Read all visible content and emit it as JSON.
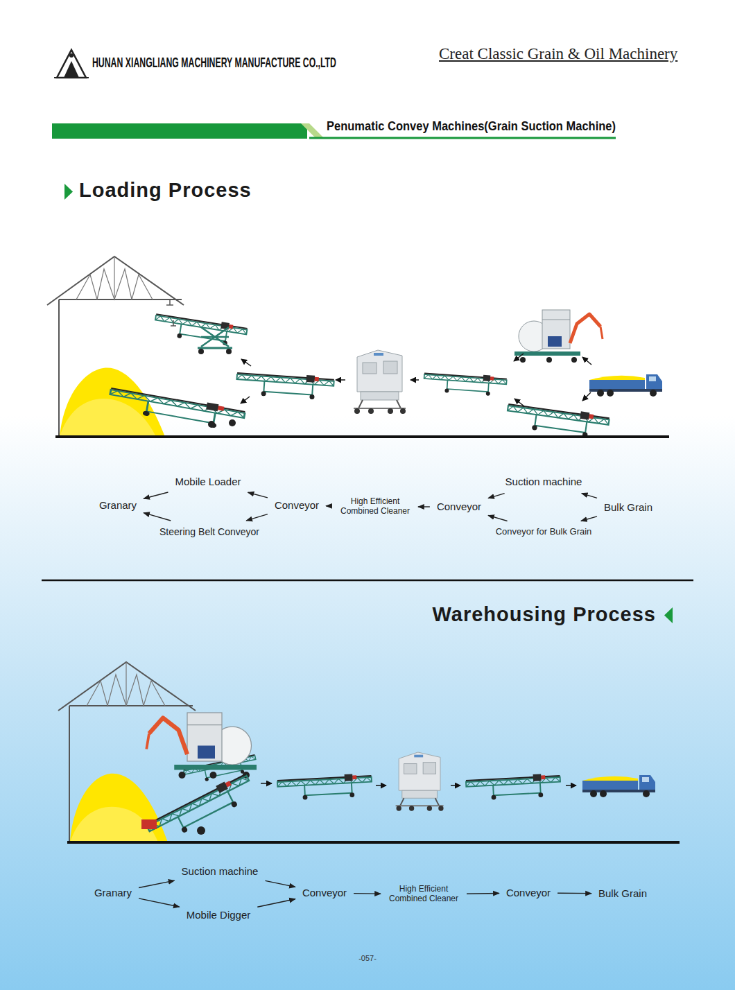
{
  "diagram": {
    "title": "Penumatic Convey Machines(Grain Suction Machine)",
    "nodes": [
      {
        "text": [
          "Granary"
        ]
      },
      {
        "text": [
          "Mobile Loader"
        ]
      },
      {
        "text": [
          "Steering Belt Conveyor"
        ]
      },
      {
        "text": [
          "Conveyor"
        ]
      },
      {
        "text": [
          "High Efficient Combined Cleaner"
        ]
      },
      {
        "text": [
          "Conveyor"
        ]
      },
      {
        "text": [
          "Suction machine"
        ]
      },
      {
        "text": [
          "Conveyor for Bulk Grain"
        ]
      },
      {
        "text": [
          "Bulk Grain"
        ]
      },
      {
        "text": [
          "Granary"
        ]
      },
      {
        "text": [
          "Suction machine"
        ]
      },
      {
        "text": [
          "Mobile Digger"
        ]
      },
      {
        "text": [
          "Conveyor"
        ]
      },
      {
        "text": [
          "High Efficient Combined Cleaner"
        ]
      },
      {
        "text": [
          "Conveyor"
        ]
      },
      {
        "text": [
          "Bulk Grain"
        ]
      }
    ],
    "edges": [
      {
        "from": 8,
        "to": 6,
        "arrow": "to"
      },
      {
        "from": 8,
        "to": 7,
        "arrow": "to"
      },
      {
        "from": 6,
        "to": 5,
        "arrow": "to"
      },
      {
        "from": 7,
        "to": 5,
        "arrow": "to"
      },
      {
        "from": 5,
        "to": 4,
        "arrow": "to"
      },
      {
        "from": 4,
        "to": 3,
        "arrow": "to"
      },
      {
        "from": 3,
        "to": 1,
        "arrow": "to"
      },
      {
        "from": 3,
        "to": 2,
        "arrow": "to"
      },
      {
        "from": 1,
        "to": 0,
        "arrow": "to"
      },
      {
        "from": 2,
        "to": 0,
        "arrow": "to"
      },
      {
        "from": 9,
        "to": 10,
        "arrow": "to"
      },
      {
        "from": 9,
        "to": 11,
        "arrow": "to"
      },
      {
        "from": 10,
        "to": 12,
        "arrow": "to"
      },
      {
        "from": 11,
        "to": 12,
        "arrow": "to"
      },
      {
        "from": 12,
        "to": 13,
        "arrow": "to"
      },
      {
        "from": 13,
        "to": 14,
        "arrow": "to"
      },
      {
        "from": 14,
        "to": 15,
        "arrow": "to"
      }
    ],
    "labels": [
      "HUNAN XIANGLIANG MACHINERY MANUFACTURE CO.,LTD",
      "Creat Classic Grain & Oil Machinery",
      "Loading Process",
      "Warehousing Process",
      "-057-"
    ]
  }
}
